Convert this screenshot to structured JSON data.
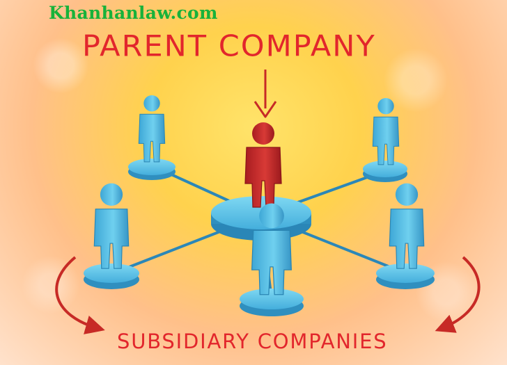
{
  "site": {
    "name": "Khanhanlaw.com"
  },
  "labels": {
    "parent": "PARENT COMPANY",
    "subsidiaries": "SUBSIDIARY COMPANIES"
  },
  "colors": {
    "site_green": "#18b23a",
    "label_red": "#e2262c",
    "arrow_red": "#c72a26",
    "figure_blue": "#5bc3e6",
    "figure_blue_dark": "#2f8fbf",
    "parent_red": "#c8292a",
    "line_blue": "#2b87b8"
  },
  "icons": [
    "person-figure-icon",
    "down-arrow-icon",
    "curved-arrow-icon"
  ]
}
